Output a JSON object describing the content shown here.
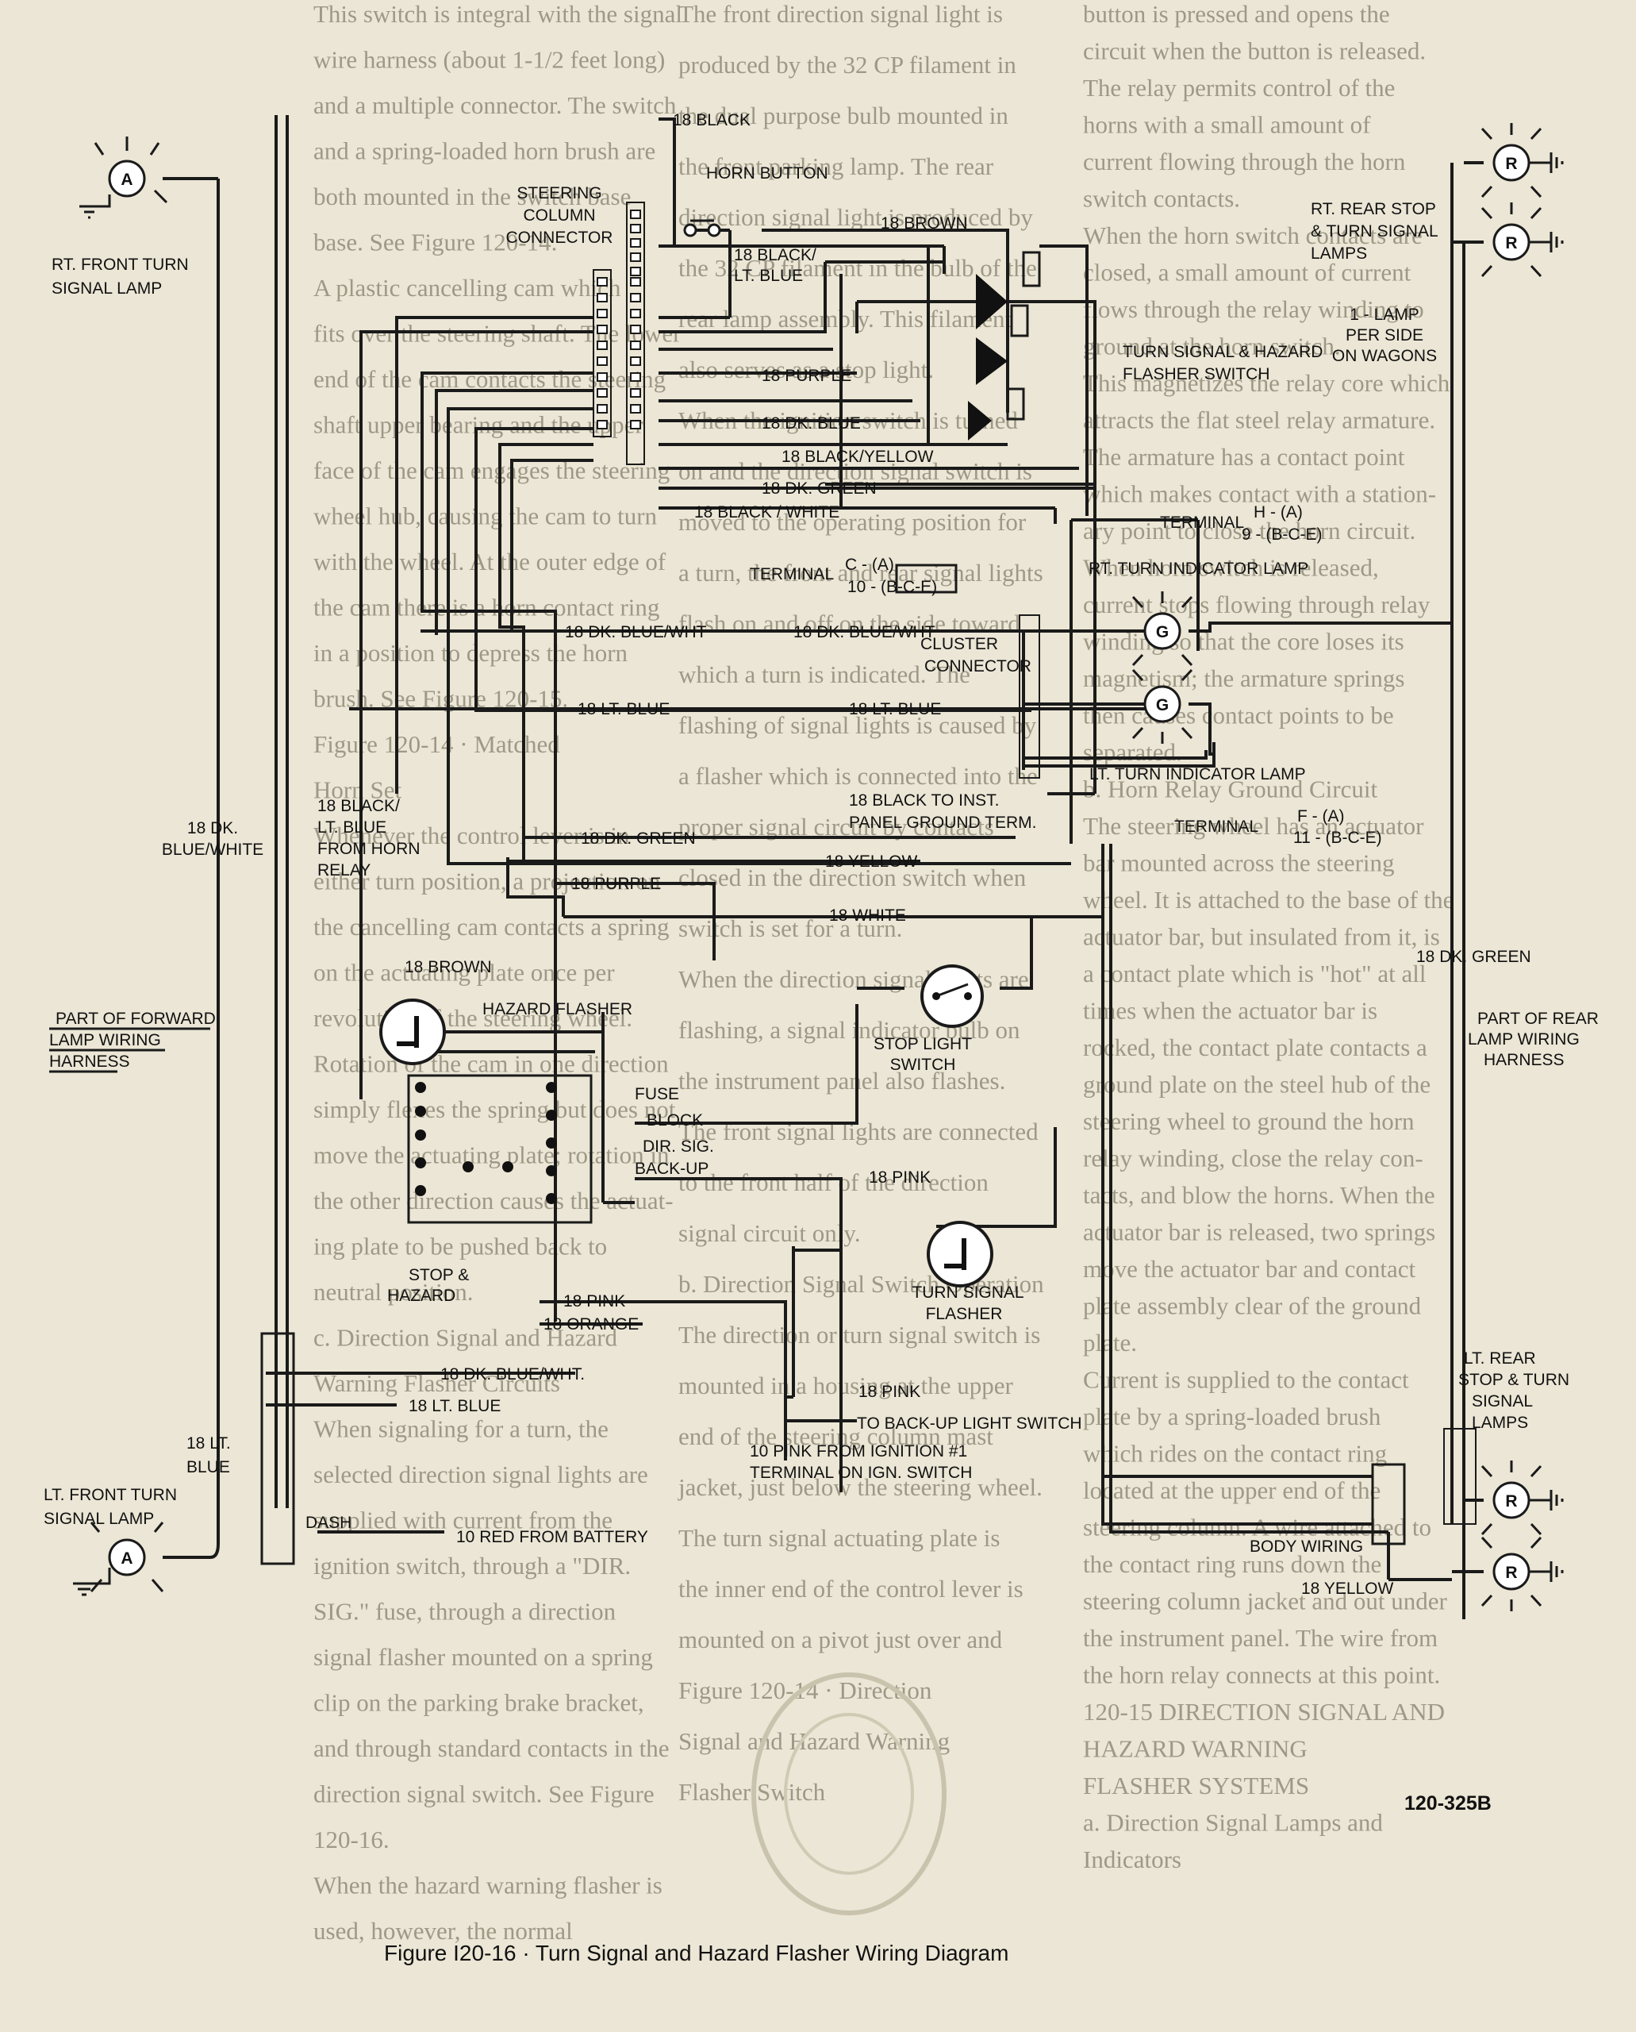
{
  "figure": {
    "caption": "Figure I20-16 · Turn Signal and Hazard Flasher Wiring Diagram",
    "code": "120-325B"
  },
  "labels": {
    "rt_front_turn": [
      "RT. FRONT TURN",
      "SIGNAL LAMP"
    ],
    "lt_front_turn": [
      "LT. FRONT TURN",
      "SIGNAL LAMP"
    ],
    "steering_connector": [
      "STEERING",
      "COLUMN",
      "CONNECTOR"
    ],
    "horn_button": "HORN BUTTON",
    "turn_hazard_switch": [
      "TURN SIGNAL & HAZARD",
      "FLASHER SWITCH"
    ],
    "rt_rear_stop": [
      "RT. REAR STOP",
      "& TURN SIGNAL",
      "LAMPS"
    ],
    "lamp_note": [
      "1 - LAMP",
      "PER SIDE",
      "ON WAGONS"
    ],
    "terminal_h": [
      "TERMINAL",
      "H - (A)",
      "9 - (B-C-E)"
    ],
    "rt_indicator": "RT. TURN INDICATOR LAMP",
    "terminal_c": [
      "TERMINAL",
      "C - (A)",
      "10 - (B-C-E)"
    ],
    "cluster_connector": [
      "CLUSTER",
      "CONNECTOR"
    ],
    "lt_indicator": "LT. TURN INDICATOR LAMP",
    "terminal_f": [
      "TERMINAL",
      "F - (A)",
      "11 - (B-C-E)"
    ],
    "black_to_inst": [
      "18 BLACK TO INST.",
      "PANEL GROUND TERM."
    ],
    "black_lt_blue_horn": [
      "18 BLACK/",
      "LT. BLUE",
      "FROM HORN",
      "RELAY"
    ],
    "dk_blue_white_left": [
      "18 DK.",
      "BLUE/WHITE"
    ],
    "hazard_flasher": "HAZARD FLASHER",
    "stop_light_switch": [
      "STOP LIGHT",
      "SWITCH"
    ],
    "fuse_block": [
      "FUSE",
      "BLOCK",
      "DIR. SIG.",
      "BACK-UP"
    ],
    "stop_hazard": [
      "STOP &",
      "HAZARD"
    ],
    "turn_signal_flasher": [
      "TURN SIGNAL",
      "FLASHER"
    ],
    "part_forward": [
      "PART OF FORWARD",
      "LAMP WIRING",
      "HARNESS"
    ],
    "part_rear": [
      "PART OF REAR",
      "LAMP WIRING",
      "HARNESS"
    ],
    "lt_rear_stop": [
      "LT. REAR",
      "STOP & TURN",
      "SIGNAL",
      "LAMPS"
    ],
    "body_wiring": "BODY WIRING",
    "to_backup": "TO BACK-UP LIGHT SWITCH",
    "pink_ignition": [
      "10 PINK FROM IGNITION #1",
      "TERMINAL ON IGN. SWITCH"
    ],
    "red_battery": "10 RED FROM BATTERY",
    "dash": "DASH",
    "lt_blue_left": [
      "18 LT.",
      "BLUE"
    ]
  },
  "wires": {
    "black": "18 BLACK",
    "brown": "18 BROWN",
    "black_lt_blue": [
      "18 BLACK/",
      "LT. BLUE"
    ],
    "purple": "18 PURPLE",
    "dk_blue": "18 DK. BLUE",
    "black_yellow": "18 BLACK/YELLOW",
    "dk_green": "18 DK. GREEN",
    "black_white": "18 BLACK / WHITE",
    "dk_blue_wht": "18 DK. BLUE/WHT",
    "lt_blue": "18 LT. BLUE",
    "yellow": "18 YELLOW",
    "white": "18 WHITE",
    "pink": "18 PINK",
    "orange": "18 ORANGE",
    "dk_blue_wht_dot": "18 DK. BLUE/WHT.",
    "brown2": "18 BROWN",
    "dk_green_rear": "18 DK. GREEN",
    "yellow_rear": "18 YELLOW"
  },
  "lamp_letters": {
    "a": "A",
    "g": "G",
    "r": "R"
  },
  "background_text": {
    "col1": [
      "This switch is integral with the signal",
      "wire harness (about 1-1/2 feet long)",
      "and a multiple connector. The switch",
      "and a spring-loaded horn brush are",
      "both mounted in the switch base",
      "base. See Figure 120-14.",
      "A plastic cancelling cam which",
      "fits over the steering shaft. The lower",
      "end of the cam contacts the steering",
      "shaft upper bearing and the upper",
      "face of the cam engages the steering",
      "wheel hub, causing the cam to turn",
      "with the wheel. At the outer edge of",
      "the cam there is a horn contact ring",
      "in a position to depress the horn",
      "brush. See Figure 120-15.",
      "Figure 120-14 · Matched",
      "Horn Set",
      "Whenever the control lever is in",
      "either turn position, a projection on",
      "the cancelling cam contacts a spring",
      "on the actuating plate once per",
      "revolution of the steering wheel.",
      "Rotation of the cam in one direction",
      "simply flexes the spring but does not",
      "move the actuating plate; rotation in",
      "the other direction causes the actuat-",
      "ing plate to be pushed back to",
      "neutral position.",
      "c. Direction Signal and Hazard",
      "Warning Flasher Circuits",
      "When signaling for a turn, the",
      "selected direction signal lights are",
      "supplied with current from the",
      "ignition switch, through a \"DIR.",
      "SIG.\" fuse, through a direction",
      "signal flasher mounted on a spring",
      "clip on the parking brake bracket,",
      "and through standard contacts in the",
      "direction signal switch. See Figure",
      "120-16.",
      "When the hazard warning flasher is",
      "used, however, the normal"
    ],
    "col2": [
      "The front direction signal light is",
      "produced by the 32 CP filament in",
      "the dual purpose bulb mounted in",
      "the front parking lamp. The rear",
      "direction signal light is produced by",
      "the 32 CP filament in the bulb of the",
      "rear lamp assembly. This filament",
      "also serves as a stop light.",
      "When the ignition switch is turned",
      "on and the direction signal switch is",
      "moved to the operating position for",
      "a turn, the front and rear signal lights",
      "flash on and off on the side toward",
      "which a turn is indicated. The",
      "flashing of signal lights is caused by",
      "a flasher which is connected into the",
      "proper signal circuit by contacts",
      "closed in the direction switch when",
      "switch is set for a turn.",
      "When the direction signal lights are",
      "flashing, a signal indicator bulb on",
      "the instrument panel also flashes.",
      "The front signal lights are connected",
      "to the front half of the direction",
      "signal circuit only.",
      "b. Direction Signal Switch Operation",
      "The direction or turn signal switch is",
      "mounted in a housing at the upper",
      "end of the steering column mast",
      "jacket, just below the steering wheel.",
      "The turn signal actuating plate is",
      "the inner end of the control lever is",
      "mounted on a pivot just over and",
      "Figure 120-14 · Direction",
      "Signal and Hazard Warning",
      "Flasher Switch"
    ],
    "col3": [
      "button is pressed and opens the",
      "circuit when the button is released.",
      "The relay permits control of the",
      "horns with a small amount of",
      "current flowing through the horn",
      "switch contacts.",
      "When the horn switch contacts are",
      "closed, a small amount of current",
      "flows through the relay winding to",
      "ground at the horn switch.",
      "This magnetizes the relay core which",
      "attracts the flat steel relay armature.",
      "The armature has a contact point",
      "which makes contact with a station-",
      "ary point to close the horn circuit.",
      "When horn switch is released,",
      "current stops flowing through relay",
      "winding so that the core loses its",
      "magnetism; the armature springs",
      "then causes contact points to be",
      "separated.",
      "b. Horn Relay Ground Circuit",
      "The steering wheel has an actuator",
      "bar mounted across the steering",
      "wheel. It is attached to the base of the",
      "actuator bar, but insulated from it, is",
      "a contact plate which is \"hot\" at all",
      "times when the actuator bar is",
      "rocked, the contact plate contacts a",
      "ground plate on the steel hub of the",
      "steering wheel to ground the horn",
      "relay winding, close the relay con-",
      "tacts, and blow the horns. When the",
      "actuator bar is released, two springs",
      "move the actuator bar and contact",
      "plate assembly clear of the ground",
      "plate.",
      "Current is supplied to the contact",
      "plate by a spring-loaded brush",
      "which rides on the contact ring",
      "located at the upper end of the",
      "steering column. A wire attached to",
      "the contact ring runs down the",
      "steering column jacket and out under",
      "the instrument panel. The wire from",
      "the horn relay connects at this point.",
      "120-15 DIRECTION SIGNAL AND",
      "HAZARD WARNING",
      "FLASHER SYSTEMS",
      "a. Direction Signal Lamps and",
      "Indicators"
    ]
  }
}
